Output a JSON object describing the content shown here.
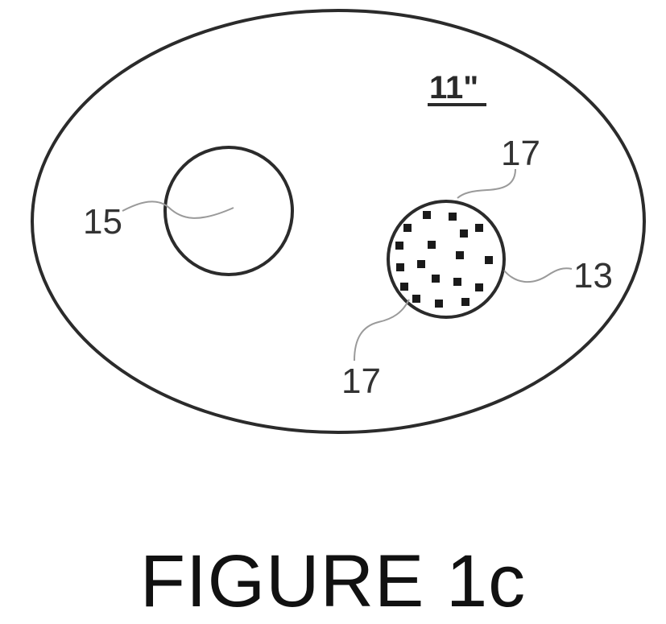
{
  "figure": {
    "caption": "FIGURE 1c",
    "main_reference": "11\"",
    "labels": {
      "small_circle": "15",
      "dotted_circle": "13",
      "dots_top": "17",
      "dots_bottom": "17"
    },
    "colors": {
      "line": "#2b2b2b",
      "dot": "#1a1a1a",
      "leader": "#9a9a9a",
      "background": "#ffffff"
    }
  }
}
